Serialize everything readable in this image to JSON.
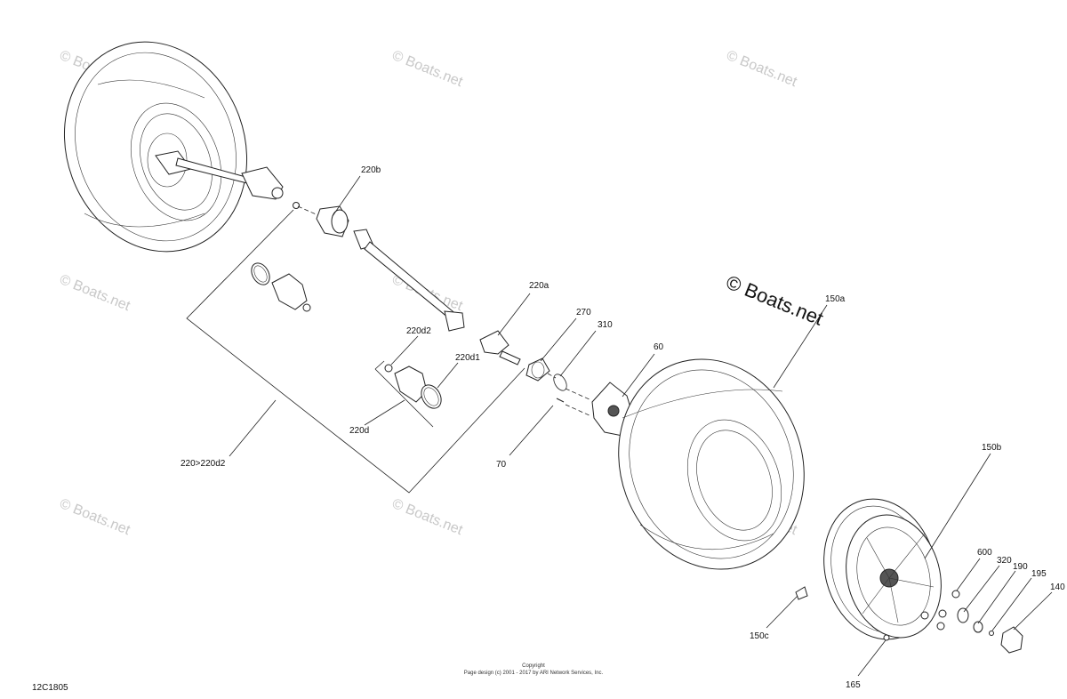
{
  "diagram_code": "12C1805",
  "watermark": "© Boats.net",
  "copyright": {
    "line1": "Copyright",
    "line2": "Page design (c) 2001 - 2017 by ARI Network Services, Inc."
  },
  "callouts": {
    "c220b": "220b",
    "c220a": "220a",
    "c270": "270",
    "c310": "310",
    "c220d2": "220d2",
    "c220d1": "220d1",
    "c220d": "220d",
    "c60": "60",
    "c70": "70",
    "c150a": "150a",
    "c220_220d2": "220>220d2",
    "c150b": "150b",
    "c600": "600",
    "c320": "320",
    "c190": "190",
    "c195": "195",
    "c140": "140",
    "c150c": "150c",
    "c165": "165"
  }
}
